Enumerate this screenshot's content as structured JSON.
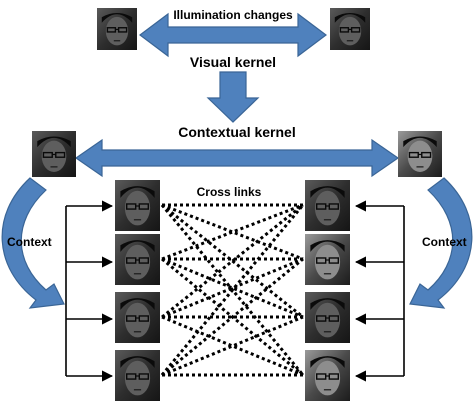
{
  "labels": {
    "illumination": "Illumination changes",
    "visual_kernel": "Visual  kernel",
    "contextual_kernel": "Contextual  kernel",
    "cross_links": "Cross links",
    "context_left": "Context",
    "context_right": "Context"
  },
  "colors": {
    "arrow_fill": "#4f81bd",
    "arrow_stroke": "#3a6596",
    "connector": "#000000",
    "face_bg": "#2a2a2a"
  },
  "images": {
    "top_left": "face-photo (normal illumination)",
    "top_right": "face-photo (changed illumination)",
    "mid_left": "face-photo",
    "mid_right": "face-photo",
    "left_column": [
      "face-photo",
      "face-photo",
      "face-photo",
      "face-photo"
    ],
    "right_column": [
      "face-photo",
      "face-photo",
      "face-photo",
      "face-photo"
    ]
  }
}
